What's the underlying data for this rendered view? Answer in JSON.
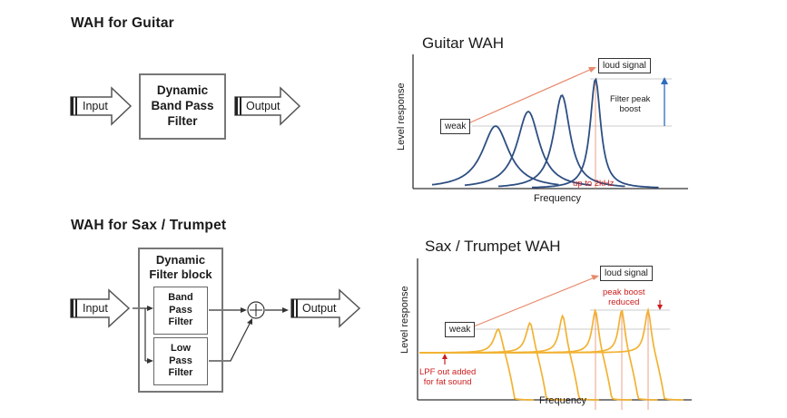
{
  "guitar": {
    "section_title": "WAH for Guitar",
    "input_label": "Input",
    "filter_label_1": "Dynamic",
    "filter_label_2": "Band Pass",
    "filter_label_3": "Filter",
    "output_label": "Output",
    "chart": {
      "title": "Guitar WAH",
      "ylabel": "Level response",
      "xlabel": "Frequency",
      "weak_tag": "weak",
      "loud_tag": "loud signal",
      "peak_note_1": "Filter peak",
      "peak_note_2": "boost",
      "freq_note": "up to 2kHz"
    }
  },
  "sax": {
    "section_title": "WAH for Sax / Trumpet",
    "input_label": "Input",
    "block_title_1": "Dynamic",
    "block_title_2": "Filter block",
    "bpf_1": "Band",
    "bpf_2": "Pass",
    "bpf_3": "Filter",
    "lpf_1": "Low",
    "lpf_2": "Pass",
    "lpf_3": "Filter",
    "output_label": "Output",
    "chart": {
      "title": "Sax / Trumpet WAH",
      "ylabel": "Level response",
      "xlabel": "Frequency",
      "weak_tag": "weak",
      "loud_tag": "loud signal",
      "peak_note_1": "peak boost",
      "peak_note_2": "reduced",
      "lpf_note_1": "LPF out added",
      "lpf_note_2": "for fat sound"
    }
  },
  "colors": {
    "guitar_curve": "#2e4f82",
    "sax_curve": "#f2b233",
    "trend_arrow": "#e8896a",
    "annotation_red": "#cc1d1d",
    "boost_arrow": "#2f6dbb"
  }
}
